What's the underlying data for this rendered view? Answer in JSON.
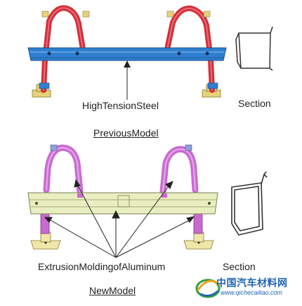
{
  "labels": {
    "material_top": "HighTensionSteel",
    "section_top": "Section",
    "model_top": "PreviousModel",
    "material_bottom": "ExtrusionMoldingofAluminum",
    "section_bottom": "Section",
    "model_bottom": "NewModel"
  },
  "watermark": {
    "text_cn": "中国汽车材料网",
    "url": "www.qichecailiao.com"
  },
  "colors": {
    "steel_tube": "#d42f3a",
    "steel_beam": "#2f7fd0",
    "aluminum_tube": "#c86ad0",
    "aluminum_beam": "#e8eec0",
    "bracket": "#e6d27a",
    "watermark": "#1f63b4"
  }
}
